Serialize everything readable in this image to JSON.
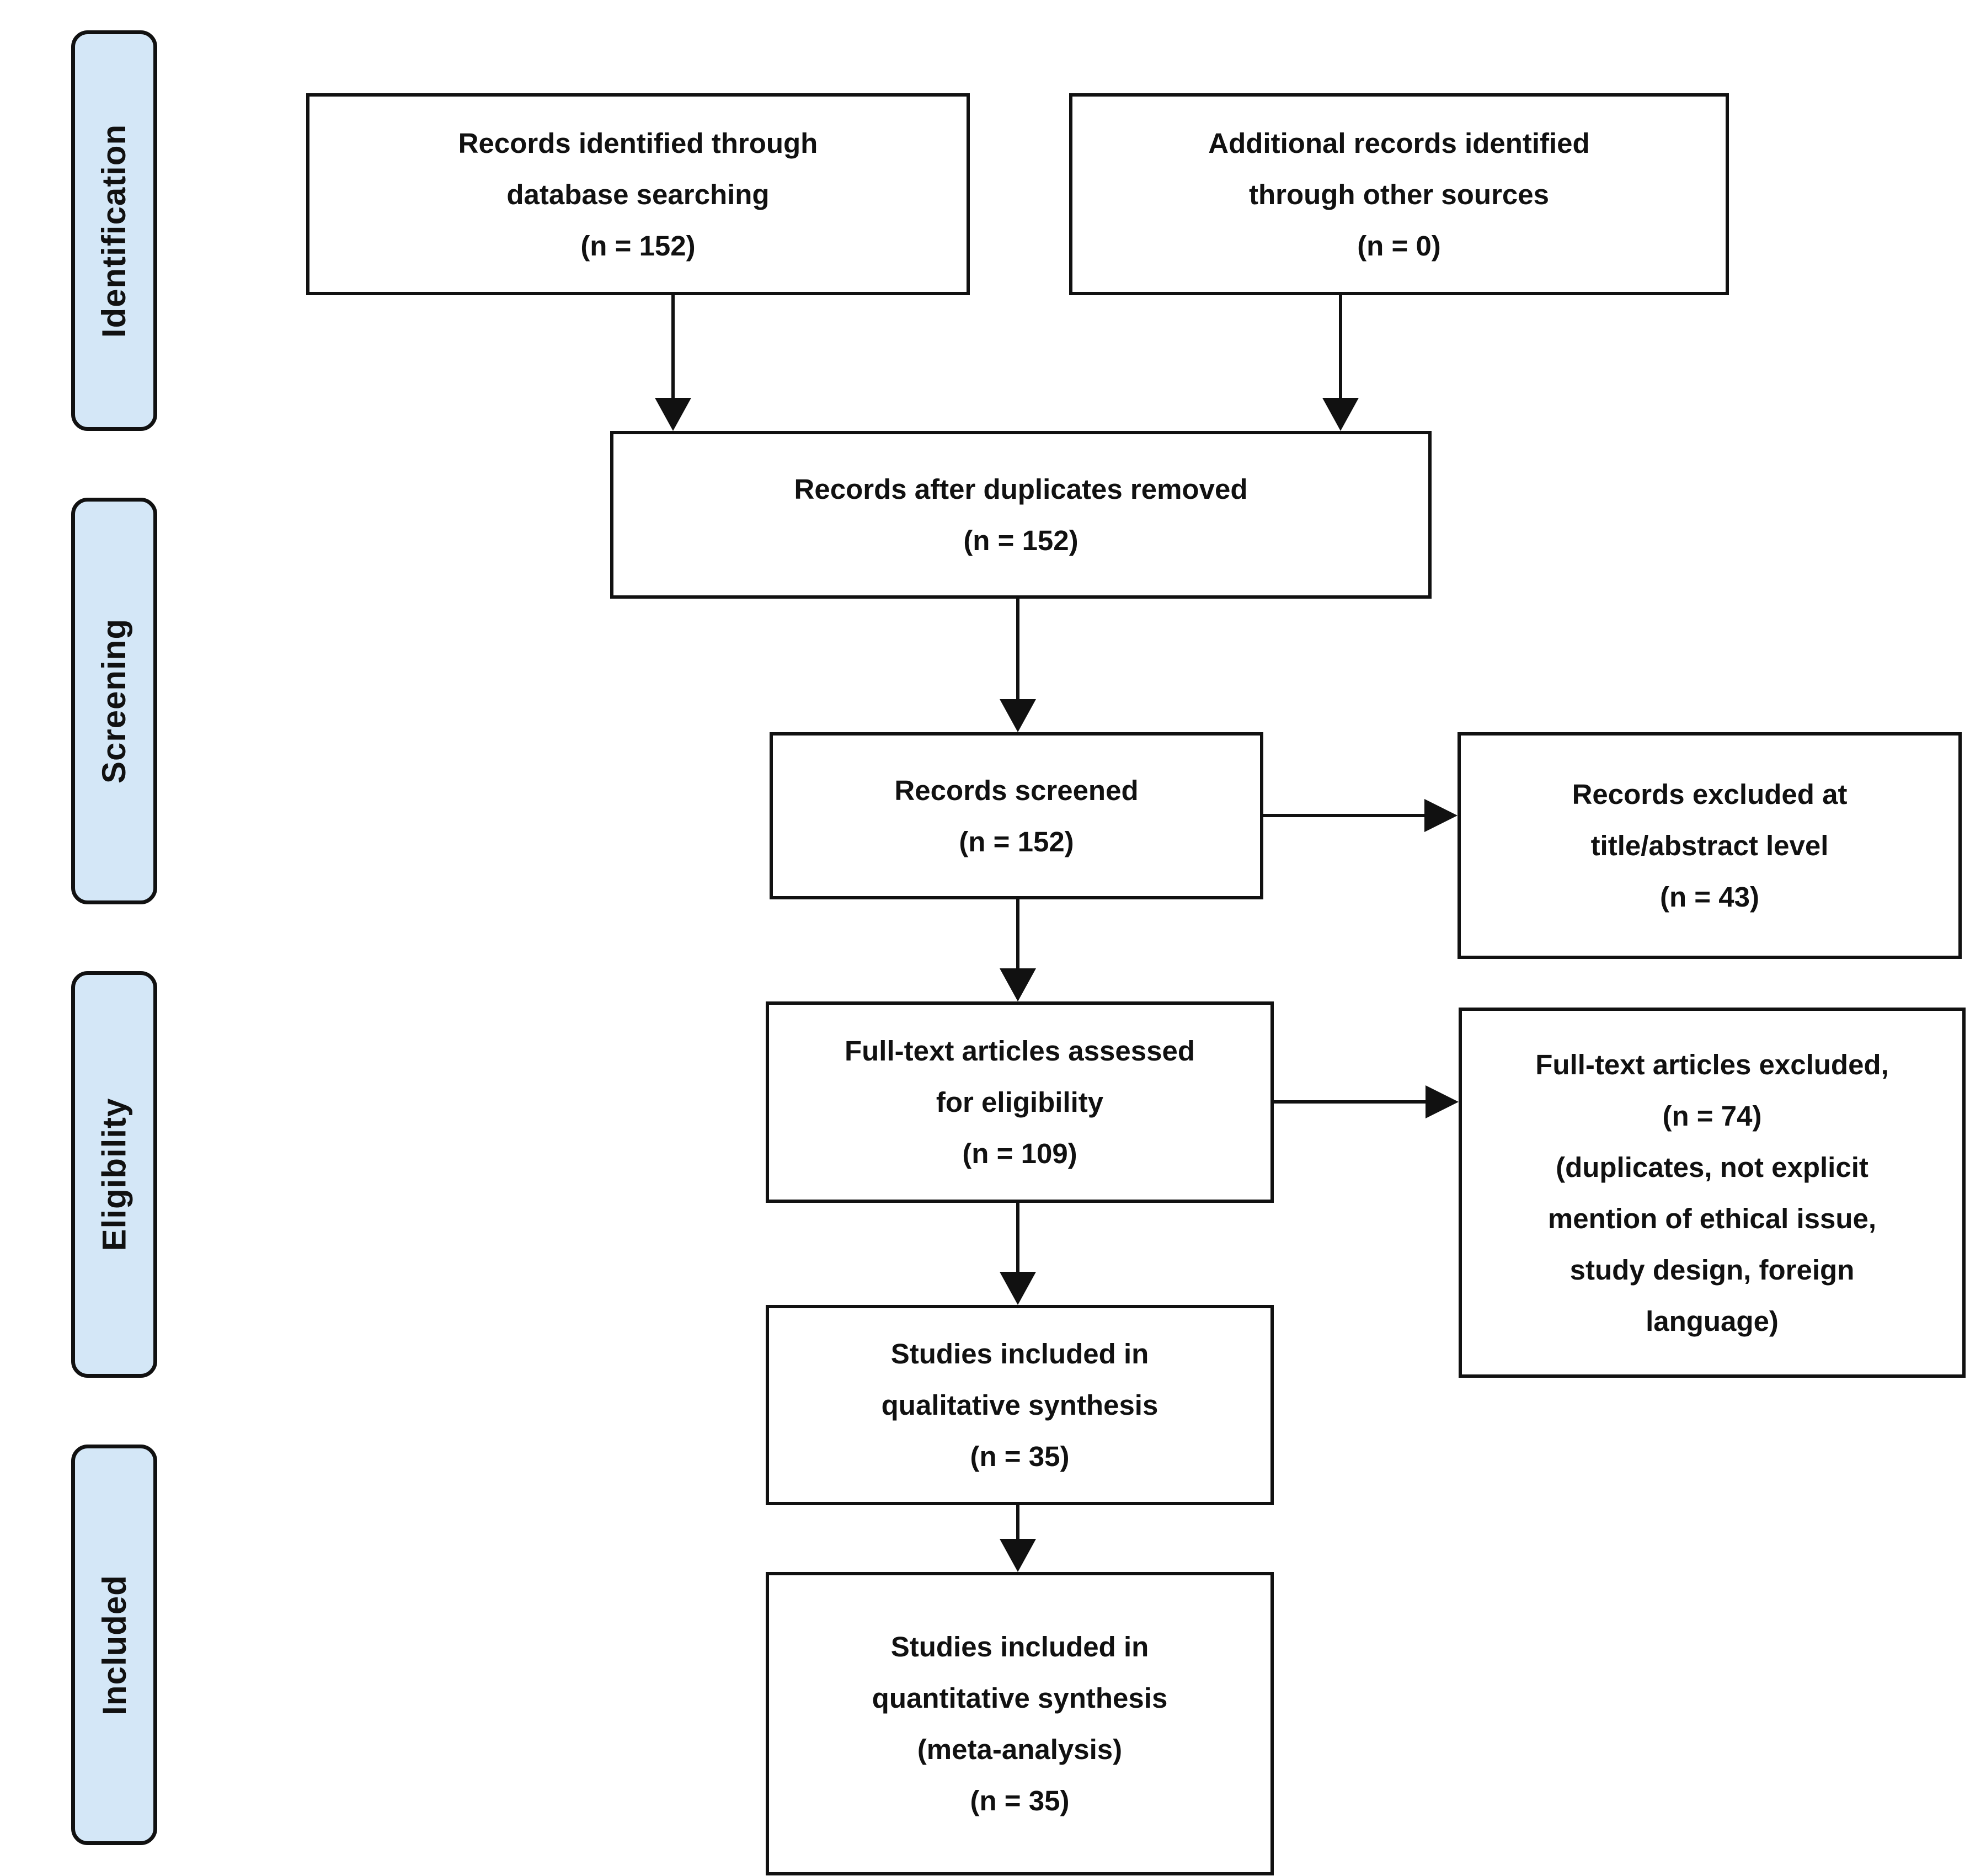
{
  "stages": [
    {
      "label": "Identification"
    },
    {
      "label": "Screening"
    },
    {
      "label": "Eligibility"
    },
    {
      "label": "Included"
    }
  ],
  "flow": {
    "boxes": [
      {
        "id": "records-identified",
        "lines": [
          "Records identified through",
          "database searching",
          "(n = 152)"
        ]
      },
      {
        "id": "additional-records",
        "lines": [
          "Additional records identified",
          "through other sources",
          "(n = 0)"
        ]
      },
      {
        "id": "records-after-duplicates",
        "lines": [
          "Records after duplicates removed",
          "(n = 152)"
        ]
      },
      {
        "id": "records-screened",
        "lines": [
          "Records screened",
          "(n = 152)"
        ]
      },
      {
        "id": "records-excluded",
        "lines": [
          "Records excluded at",
          "title/abstract level",
          "(n = 43)"
        ]
      },
      {
        "id": "fulltext-assessed",
        "lines": [
          "Full-text articles assessed",
          "for eligibility",
          "(n = 109)"
        ]
      },
      {
        "id": "fulltext-excluded",
        "lines": [
          "Full-text articles excluded,",
          "(n = 74)",
          "(duplicates, not explicit",
          "mention of ethical issue,",
          "study design, foreign",
          "language)"
        ]
      },
      {
        "id": "qualitative-synthesis",
        "lines": [
          "Studies included in",
          "qualitative synthesis",
          "(n = 35)"
        ]
      },
      {
        "id": "quantitative-synthesis",
        "lines": [
          "Studies included in",
          "quantitative synthesis",
          "(meta-analysis)",
          "(n = 35)"
        ]
      }
    ]
  },
  "colors": {
    "stage_fill": "#d4e7f7",
    "border": "#111111",
    "box_fill": "#ffffff",
    "text": "#111111",
    "background": "#ffffff"
  }
}
